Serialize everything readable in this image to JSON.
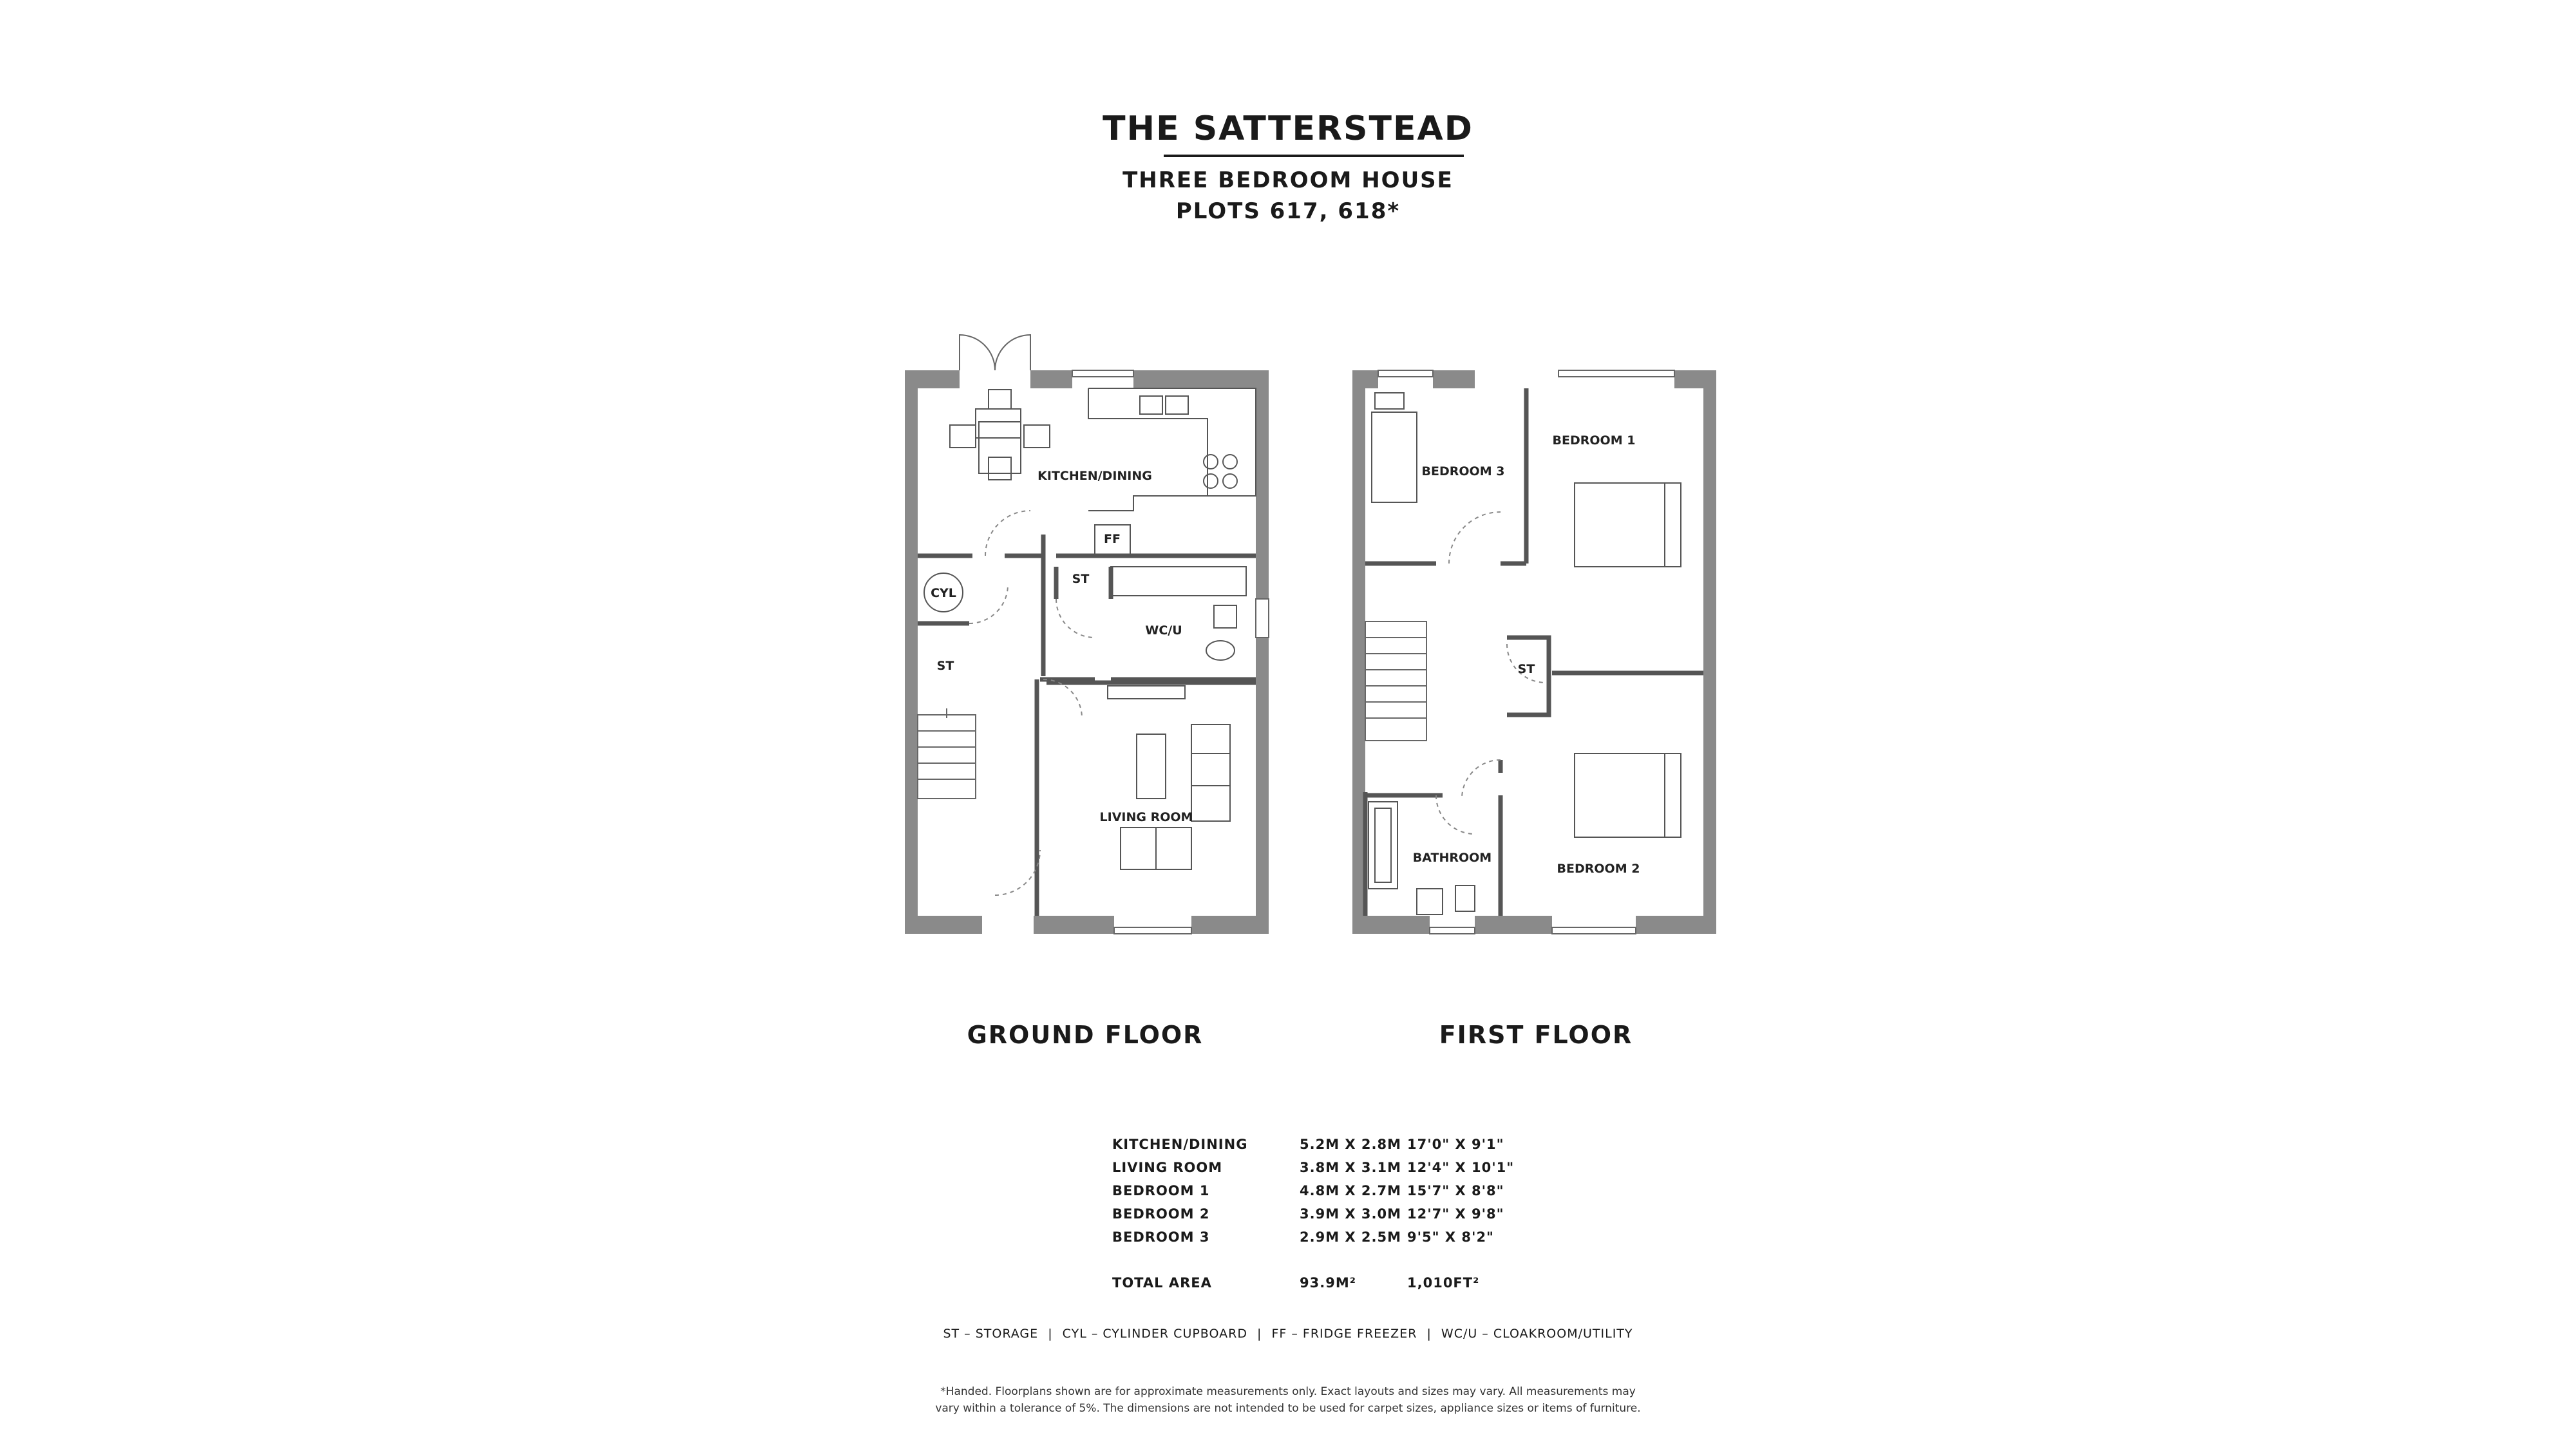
{
  "header": {
    "title": "THE SATTERSTEAD",
    "subtitle": "THREE BEDROOM HOUSE",
    "plots": "PLOTS 617, 618*"
  },
  "ground_floor": {
    "label": "GROUND FLOOR",
    "rooms": {
      "kitchen": "KITCHEN/DINING",
      "ff": "FF",
      "cyl": "CYL",
      "st_hall": "ST",
      "st_small": "ST",
      "wcu": "WC/U",
      "living": "LIVING ROOM"
    }
  },
  "first_floor": {
    "label": "FIRST FLOOR",
    "rooms": {
      "bed3": "BEDROOM 3",
      "bed1": "BEDROOM 1",
      "st": "ST",
      "bathroom": "BATHROOM",
      "bed2": "BEDROOM 2"
    }
  },
  "schedule": {
    "rows": [
      {
        "room": "KITCHEN/DINING",
        "metric": "5.2M X 2.8M",
        "imperial": "17'0\" X 9'1\""
      },
      {
        "room": "LIVING ROOM",
        "metric": "3.8M X 3.1M",
        "imperial": "12'4\" X 10'1\""
      },
      {
        "room": "BEDROOM 1",
        "metric": "4.8M X 2.7M",
        "imperial": "15'7\" X 8'8\""
      },
      {
        "room": "BEDROOM 2",
        "metric": "3.9M X 3.0M",
        "imperial": "12'7\" X 9'8\""
      },
      {
        "room": "BEDROOM 3",
        "metric": "2.9M X 2.5M",
        "imperial": "9'5\" X 8'2\""
      }
    ],
    "total": {
      "room": "TOTAL AREA",
      "metric": "93.9M²",
      "imperial": "1,010FT²"
    }
  },
  "legend": {
    "st": "ST – STORAGE",
    "cyl": "CYL – CYLINDER CUPBOARD",
    "ff": "FF – FRIDGE FREEZER",
    "wcu": "WC/U – CLOAKROOM/UTILITY",
    "separator": "|"
  },
  "disclaimer": {
    "line1": "*Handed. Floorplans shown are for approximate measurements only. Exact layouts and sizes may vary. All measurements may",
    "line2": "vary within a tolerance of 5%. The dimensions are not intended to be used for carpet sizes, appliance sizes or items of furniture."
  },
  "colors": {
    "wall": "#8a8a8a",
    "line": "#555555",
    "text": "#1a1a1a"
  }
}
